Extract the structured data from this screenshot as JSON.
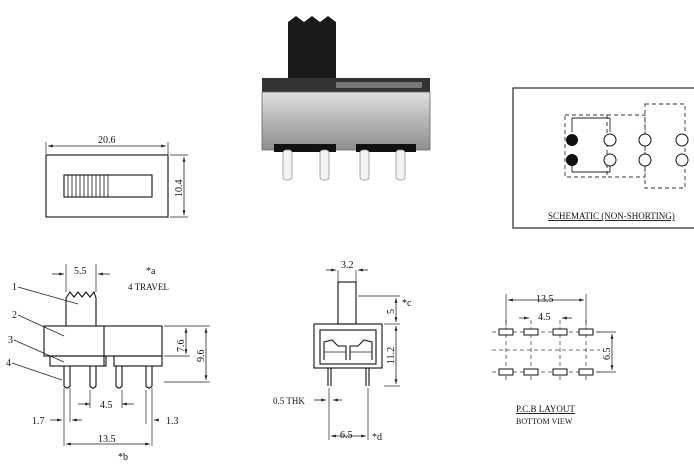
{
  "top_view": {
    "width": "20.6",
    "height": "10.4"
  },
  "schematic": {
    "caption": "SCHEMATIC (NON-SHORTING)"
  },
  "side_view": {
    "callouts": [
      "1",
      "2",
      "3",
      "4"
    ],
    "pitch": "5.5",
    "note_a": "*a",
    "travel": "4 TRAVEL",
    "dim_76": "7.6",
    "dim_96": "9.6",
    "dim_17": "1.7",
    "dim_45": "4.5",
    "dim_13": "1.3",
    "dim_135": "13.5",
    "note_b": "*b"
  },
  "end_view": {
    "dim_32": "3.2",
    "dim_5": "5",
    "note_c": "*c",
    "dim_112": "11.2",
    "thk": "0.5 THK",
    "dim_65": "6.5",
    "note_d": "*d"
  },
  "pcb_layout": {
    "dim_135": "13.5",
    "dim_45": "4.5",
    "dim_65": "6.5",
    "title": "P.C.B LAYOUT",
    "subtitle": "BOTTOM VIEW"
  },
  "colors": {
    "ink": "#111111",
    "body": "#b9b9b9",
    "knob": "#1a1a1a"
  }
}
